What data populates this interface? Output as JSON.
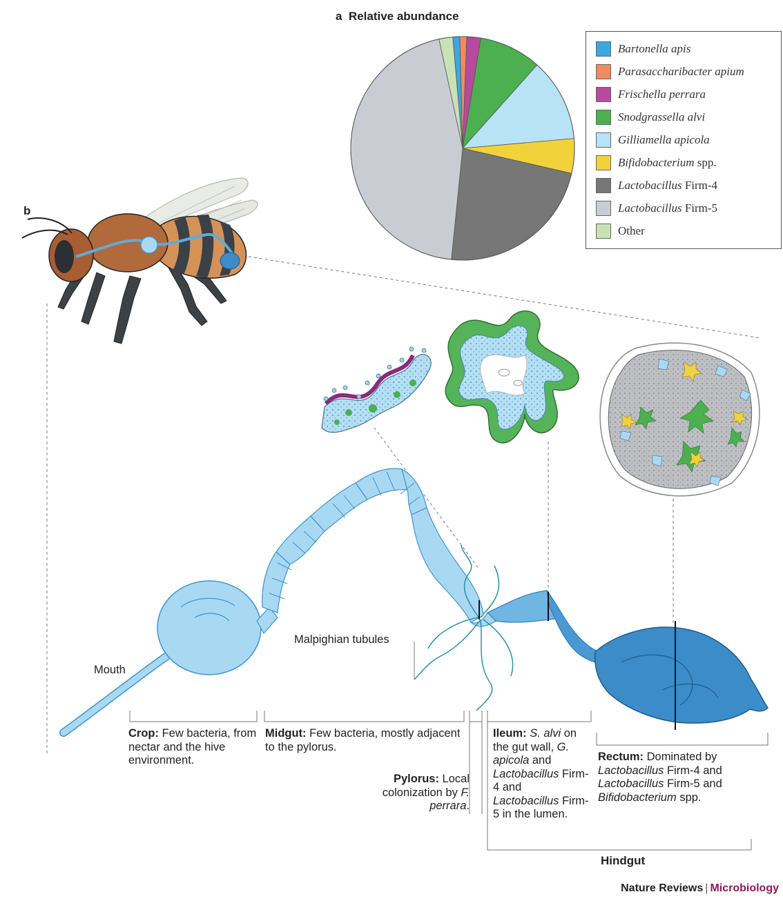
{
  "panel_a": {
    "letter": "a",
    "title": "Relative abundance",
    "legend": [
      {
        "italic": "Bartonella apis",
        "rest": "",
        "color": "#3aa9df"
      },
      {
        "italic": "Parasaccharibacter apium",
        "rest": "",
        "color": "#f08a62"
      },
      {
        "italic": "Frischella perrara",
        "rest": "",
        "color": "#b84a9e"
      },
      {
        "italic": "Snodgrassella alvi",
        "rest": "",
        "color": "#4caf50"
      },
      {
        "italic": "Gilliamella apicola",
        "rest": "",
        "color": "#b8e2f6"
      },
      {
        "italic": "Bifidobacterium",
        "rest": " spp.",
        "color": "#f2d23b"
      },
      {
        "italic": "Lactobacillus",
        "rest": " Firm-4",
        "color": "#777777"
      },
      {
        "italic": "Lactobacillus",
        "rest": " Firm-5",
        "color": "#c9cdd3"
      },
      {
        "italic": "",
        "rest": "Other",
        "color": "#c8e2b5"
      }
    ]
  },
  "chart_data": {
    "type": "pie",
    "title": "Relative abundance",
    "labels": [
      "Bartonella apis",
      "Parasaccharibacter apium",
      "Frischella perrara",
      "Snodgrassella alvi",
      "Gilliamella apicola",
      "Bifidobacterium spp.",
      "Lactobacillus Firm-4",
      "Lactobacillus Firm-5",
      "Other"
    ],
    "values": [
      1,
      1,
      2,
      9,
      12,
      5,
      23,
      45,
      2
    ],
    "colors": [
      "#3aa9df",
      "#f08a62",
      "#b84a9e",
      "#4caf50",
      "#b8e2f6",
      "#f2d23b",
      "#777777",
      "#c9cdd3",
      "#c8e2b5"
    ]
  },
  "panel_b": {
    "letter": "b",
    "mouth": "Mouth",
    "malpighian": "Malpighian tubules",
    "crop": {
      "title": "Crop:",
      "text": " Few bacteria, from nectar and the hive environment."
    },
    "midgut": {
      "title": "Midgut:",
      "text": " Few bacteria, mostly adjacent to the pylorus."
    },
    "pylorus": {
      "title": "Pylorus:",
      "text_a": " Local colonization by ",
      "species": "F. perrara",
      "text_b": "."
    },
    "ileum": {
      "title": "Ileum:",
      "s1": "S. alvi",
      "t1": " on the gut wall, ",
      "s2": "G. apicola",
      "t2": " and ",
      "s3": "Lactobacillus",
      "t3": " Firm-4 and ",
      "s4": "Lactobacillus",
      "t4": " Firm-5 in the lumen."
    },
    "rectum": {
      "title": "Rectum:",
      "t1": " Dominated by ",
      "s1": "Lactobacillus",
      "t2": " Firm-4 and ",
      "s2": "Lactobacillus",
      "t3": " Firm-5 and ",
      "s3": "Bifidobacterium",
      "t4": " spp."
    },
    "hindgut": "Hindgut"
  },
  "footer": {
    "journal": "Nature Reviews",
    "sep": "|",
    "section": "Microbiology"
  },
  "colors": {
    "gut_light": "#a9d8f3",
    "gut_outline": "#3d95c9",
    "rectum": "#3b8cc8"
  }
}
